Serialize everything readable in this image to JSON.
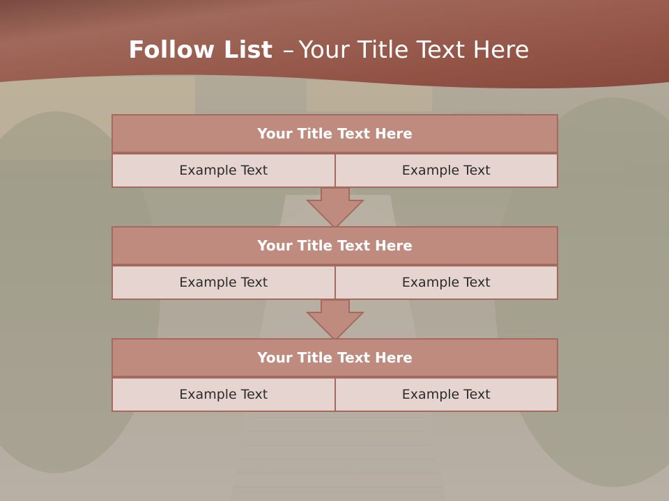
{
  "slide": {
    "title_bold": "Follow List",
    "title_dash": "–",
    "title_rest": "Your Title Text Here"
  },
  "blocks": [
    {
      "title": "Your Title Text Here",
      "cells": [
        "Example Text",
        "Example Text"
      ]
    },
    {
      "title": "Your Title Text Here",
      "cells": [
        "Example Text",
        "Example Text"
      ]
    },
    {
      "title": "Your Title Text Here",
      "cells": [
        "Example Text",
        "Example Text"
      ]
    }
  ],
  "colors": {
    "banner": "#9e5a4c",
    "header_fill": "#bf8b7e",
    "cell_fill": "#e6d4d1",
    "border": "#a46a5e"
  }
}
